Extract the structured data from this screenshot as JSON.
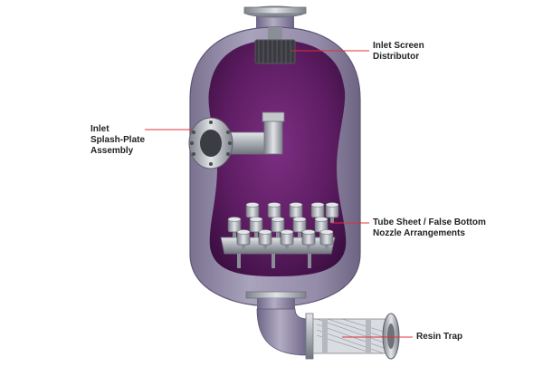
{
  "labels": {
    "inlet_screen": [
      "Inlet Screen",
      "Distributor"
    ],
    "splash_plate": [
      "Inlet",
      "Splash-Plate",
      "Assembly"
    ],
    "tube_sheet": [
      "Tube Sheet / False Bottom",
      "Nozzle Arrangements"
    ],
    "resin_trap": [
      "Resin Trap"
    ]
  },
  "colors": {
    "vessel_shell": "#9b93ad",
    "vessel_shadow": "#6f6685",
    "interior": "#5a1a5e",
    "interior_highlight": "#7a2f80",
    "steel": "#b9bcc2",
    "steel_dark": "#7c8088",
    "leader_line": "#e0303a",
    "label_text": "#222222"
  }
}
